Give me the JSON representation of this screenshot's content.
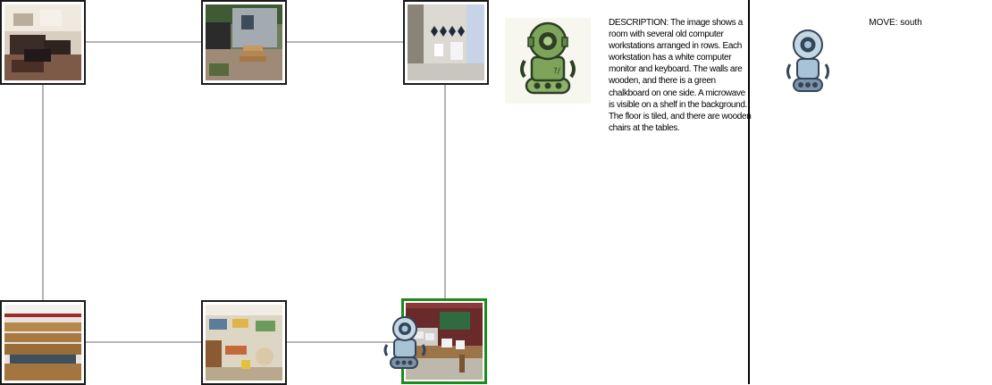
{
  "map": {
    "rooms": [
      {
        "id": "living-room-top-left",
        "scene": "living room with dark furniture"
      },
      {
        "id": "backyard-top-middle",
        "scene": "backyard with wooden steps"
      },
      {
        "id": "bathroom-top-right",
        "scene": "bathroom with diamond tiles"
      },
      {
        "id": "classroom-bottom-left",
        "scene": "classroom with long desks"
      },
      {
        "id": "playroom-bottom-middle",
        "scene": "playroom with toys"
      },
      {
        "id": "computer-lab-bottom-right",
        "scene": "computer lab with chalkboard",
        "current": true
      }
    ],
    "agent_icon": "robot-icon"
  },
  "panel": {
    "portrait_icon": "green-robot-icon",
    "description": "DESCRIPTION: The image shows a room with several old computer workstations arranged in rows. Each workstation has a white computer monitor and keyboard. The walls are wooden, and there is a green chalkboard on one side. A microwave is visible on a shelf in the background. The floor is tiled, and there are wooden chairs at the tables.",
    "move_label": "MOVE: south",
    "move_icon": "blue-robot-icon"
  },
  "colors": {
    "current_room_border": "#1e8a1e",
    "room_border": "#1a1a1a",
    "connector": "#8a8a8a",
    "green_robot": "#7ea35a",
    "blue_robot": "#a9c3d6"
  }
}
